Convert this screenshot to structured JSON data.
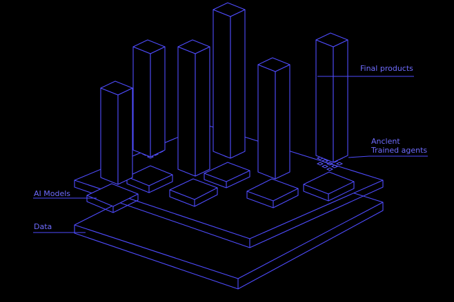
{
  "colors": {
    "background": "#000000",
    "line": "#4f4cff",
    "text": "#6f6cff",
    "cluster": "#5a57ff"
  },
  "labels": {
    "final_products": "Final products",
    "ancient_line1": "Anclent",
    "ancient_line2": "Trained agents",
    "ai_models": "AI Models",
    "data": "Data"
  }
}
